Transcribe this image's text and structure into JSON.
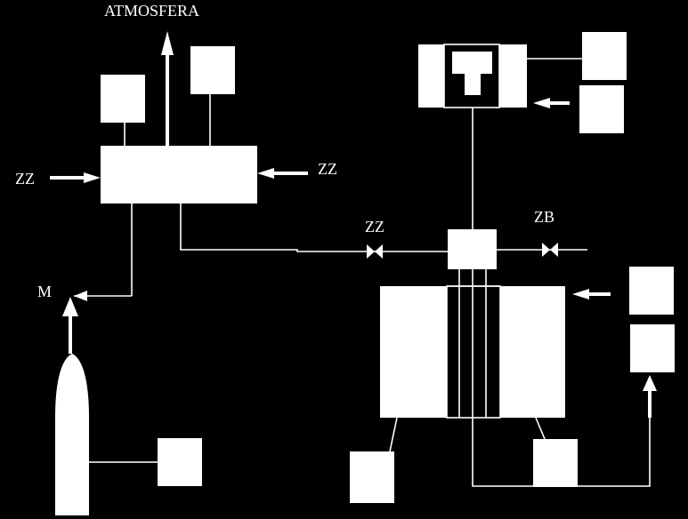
{
  "labels": {
    "atmosfera": "ATMOSFERA",
    "zz_left": "ZZ",
    "zz_right": "ZZ",
    "zz_valve": "ZZ",
    "zb_valve": "ZB",
    "m": "M"
  },
  "colors": {
    "background": "#000000",
    "foreground": "#ffffff"
  }
}
